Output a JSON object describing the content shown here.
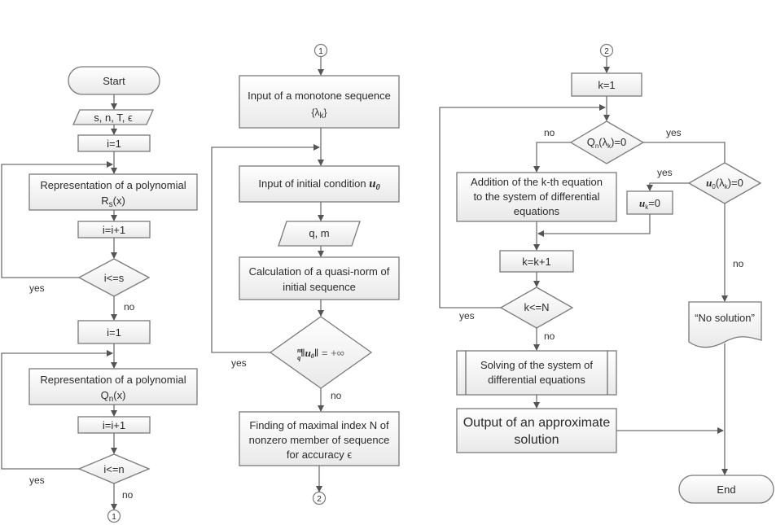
{
  "diagram": {
    "type": "flowchart",
    "column1": {
      "start": "Start",
      "input": "s, n, T, ϵ",
      "init_i_1": "i=1",
      "rep_R": {
        "line1": "Representation of a polynomial",
        "line2": "R",
        "line2_sub": "s",
        "line2_suffix": "(x)"
      },
      "inc_1": "i=i+1",
      "cond_1": "i<=s",
      "cond_1_yes": "yes",
      "cond_1_no": "no",
      "init_i_2": "i=1",
      "rep_Q": {
        "line1": "Representation of a polynomial",
        "line2": "Q",
        "line2_sub": "n",
        "line2_suffix": "(x)"
      },
      "inc_2": "i=i+1",
      "cond_2": "i<=n",
      "cond_2_yes": "yes",
      "cond_2_no": "no",
      "connector_out": "1"
    },
    "column2": {
      "connector_in": "1",
      "input_seq": {
        "line1": "Input of a monotone sequence",
        "line2": "{λ",
        "line2_sub": "k",
        "line2_suffix": "}"
      },
      "input_init": {
        "text": "Input of initial condition ",
        "math": "u",
        "math_sub": "0"
      },
      "input_qm": "q, m",
      "calc": {
        "line1": "Calculation of a quasi-norm of",
        "line2": "initial sequence"
      },
      "cond": {
        "sup": "m",
        "sub": "q",
        "norm_open": "‖",
        "math": "u",
        "math_sub": "0",
        "norm_close": "‖",
        "rest": " = +∞"
      },
      "cond_yes": "yes",
      "cond_no": "no",
      "find": {
        "line1": "Finding of maximal index N of",
        "line2": "nonzero member of sequence",
        "line3": "for accuracy ϵ"
      },
      "connector_out": "2"
    },
    "column3": {
      "connector_in": "2",
      "init_k": "k=1",
      "cond_Q": {
        "prefix": "Q",
        "sub1": "n",
        "mid": "(λ",
        "sub2": "k",
        "suffix": ")=0"
      },
      "cond_Q_no": "no",
      "cond_Q_yes": "yes",
      "addition": {
        "line1": "Addition of the k-th equation",
        "line2": "to the system of differential",
        "line3": "equations"
      },
      "cond_u": {
        "math": "u",
        "sub1": "0",
        "mid": "(λ",
        "sub2": "k",
        "suffix": ")=0"
      },
      "cond_u_yes": "yes",
      "cond_u_no": "no",
      "set_u": {
        "math": "u",
        "sub": "k",
        "suffix": "=0"
      },
      "inc_k": "k=k+1",
      "cond_k": "k<=N",
      "cond_k_yes": "yes",
      "cond_k_no": "no",
      "solve": {
        "line1": "Solving of the system of",
        "line2": "differential equations"
      },
      "output": {
        "line1": "Output of an approximate",
        "line2": "solution"
      },
      "no_solution": "“No solution”",
      "end": "End"
    }
  }
}
